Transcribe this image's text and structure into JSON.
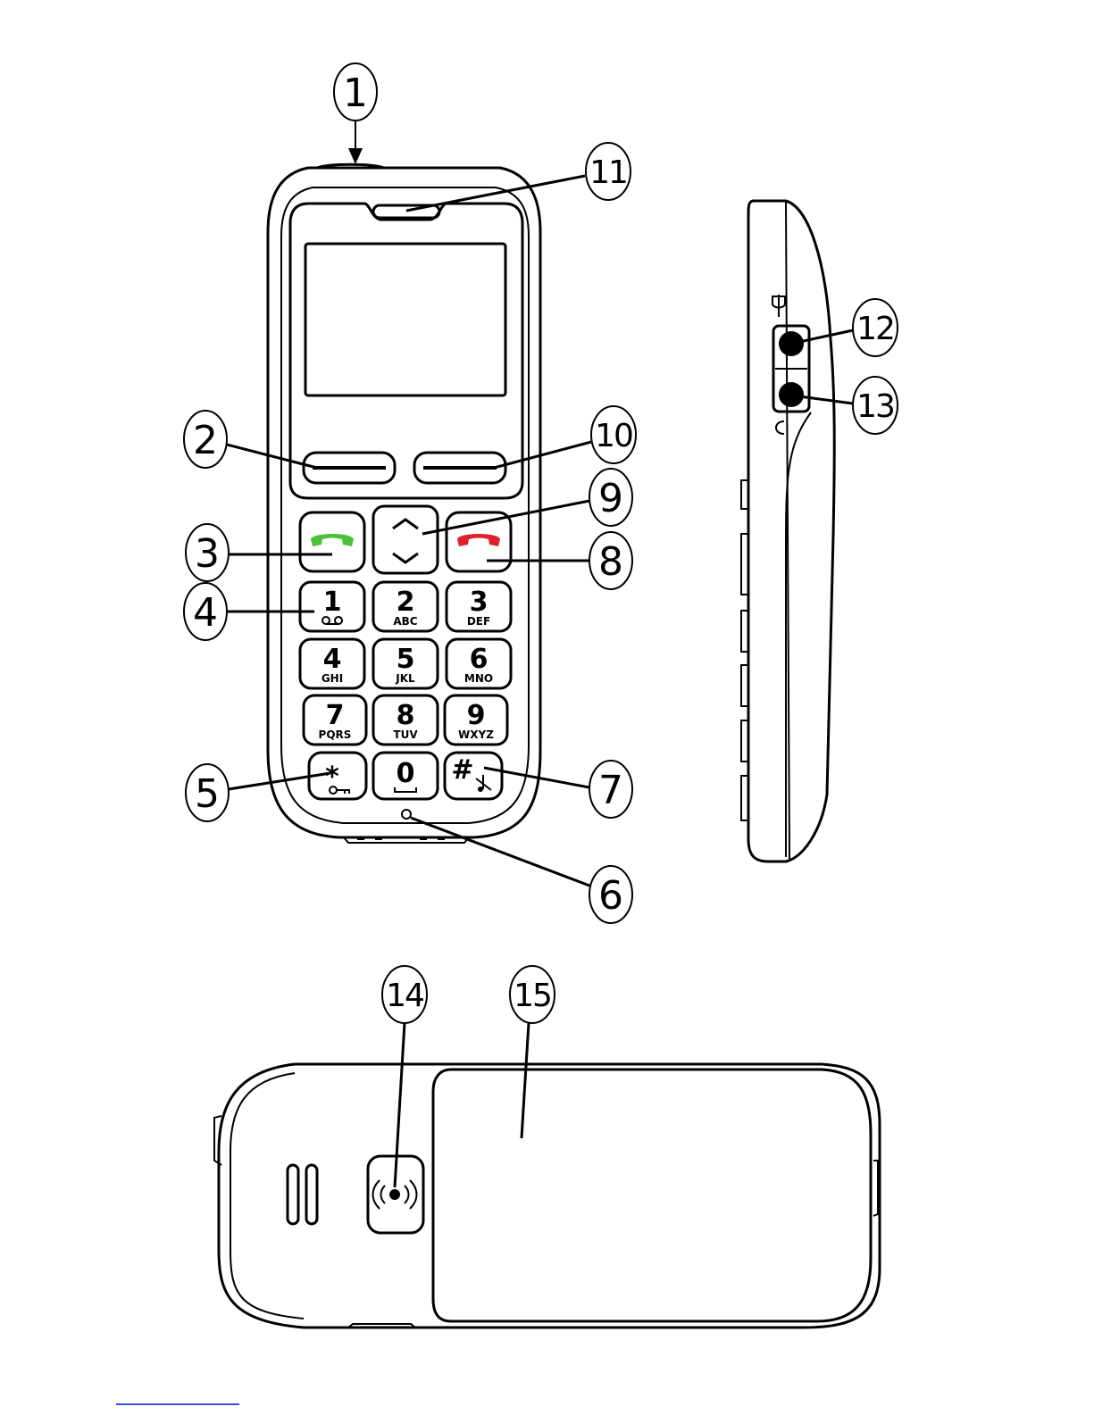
{
  "callouts": [
    "1",
    "2",
    "3",
    "4",
    "5",
    "6",
    "7",
    "8",
    "9",
    "10",
    "11",
    "12",
    "13",
    "14",
    "15"
  ],
  "keys": [
    {
      "digit": "1",
      "letters": ""
    },
    {
      "digit": "2",
      "letters": "ABC"
    },
    {
      "digit": "3",
      "letters": "DEF"
    },
    {
      "digit": "4",
      "letters": "GHI"
    },
    {
      "digit": "5",
      "letters": "JKL"
    },
    {
      "digit": "6",
      "letters": "MNO"
    },
    {
      "digit": "7",
      "letters": "PQRS"
    },
    {
      "digit": "8",
      "letters": "TUV"
    },
    {
      "digit": "9",
      "letters": "WXYZ"
    },
    {
      "digit": "0",
      "letters": ""
    }
  ],
  "special_keys": {
    "star": "*",
    "hash": "#"
  },
  "icons": {
    "call_key": "green-handset-icon",
    "end_key": "red-handset-icon",
    "voicemail": "voicemail-icon",
    "keylock": "key-icon",
    "silent": "muted-note-icon",
    "charger": "plug-icon",
    "headset": "headset-icon",
    "sos": "sos-button-icon"
  },
  "colors": {
    "call_green": "#4dbf3a",
    "end_red": "#e0202a",
    "link_blue": "#3b4fd8"
  }
}
